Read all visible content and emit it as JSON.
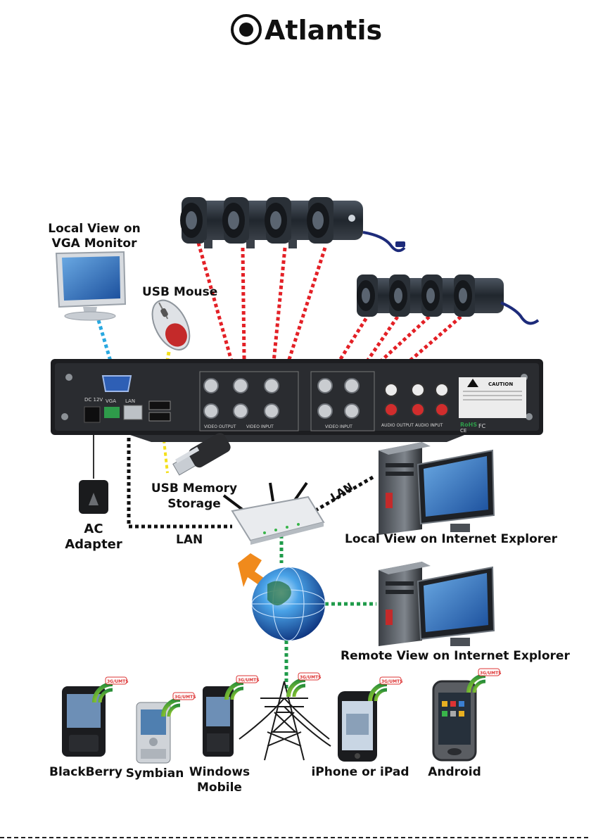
{
  "brand": {
    "name": "Atlantis"
  },
  "labels": {
    "vga_monitor": [
      "Local View on",
      "VGA Monitor"
    ],
    "usb_mouse": "USB Mouse",
    "usb_storage": [
      "USB Memory",
      "Storage"
    ],
    "ac_adapter": [
      "AC",
      "Adapter"
    ],
    "lan_bottom": "LAN",
    "lan_diag": "LAN",
    "local_ie": "Local View on Internet Explorer",
    "remote_ie": "Remote View on Internet Explorer"
  },
  "dvr": {
    "ports": {
      "dc": "DC 12V",
      "vga": "VGA",
      "lan": "LAN",
      "video_output": "VIDEO OUTPUT",
      "video_input_1": "VIDEO INPUT",
      "video_input_2": "VIDEO INPUT",
      "audio_output": "AUDIO OUTPUT",
      "audio_input": "AUDIO INPUT"
    },
    "caution": "CAUTION",
    "rohs": "RoHS",
    "ce": "CE",
    "fc": "FC"
  },
  "devices": [
    {
      "label": [
        "BlackBerry"
      ]
    },
    {
      "label": [
        "Symbian"
      ]
    },
    {
      "label": [
        "Windows",
        "Mobile"
      ]
    },
    {
      "label": [
        "iPhone or iPad"
      ]
    },
    {
      "label": [
        "Android"
      ]
    }
  ],
  "badge": "3G/UMTS",
  "colors": {
    "camera_link": "#e32026",
    "vga_link": "#29a8e0",
    "usb_link": "#f4e01b",
    "lan_link": "#111111",
    "internet_link": "#1f9b4a"
  }
}
